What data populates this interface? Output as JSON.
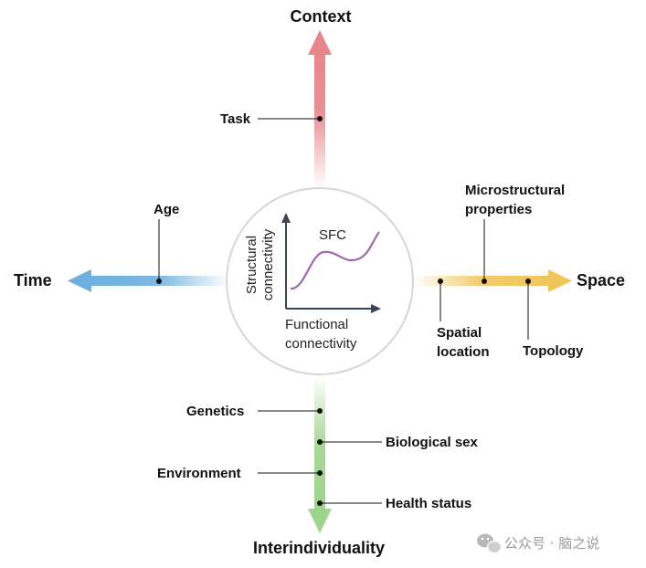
{
  "axes": {
    "context": "Context",
    "time": "Time",
    "space": "Space",
    "interindividuality": "Interindividuality"
  },
  "factors": {
    "task": "Task",
    "age": "Age",
    "microstructural_line1": "Microstructural",
    "microstructural_line2": "properties",
    "spatial_line1": "Spatial",
    "spatial_line2": "location",
    "topology": "Topology",
    "genetics": "Genetics",
    "biological_sex": "Biological sex",
    "environment": "Environment",
    "health_status": "Health status"
  },
  "center_plot": {
    "curve_label": "SFC",
    "ylabel_line1": "Structural",
    "ylabel_line2": "connectivity",
    "xlabel_line1": "Functional",
    "xlabel_line2": "connectivity"
  },
  "watermark": {
    "text": "公众号 · 脑之说",
    "icon": "wechat-icon"
  },
  "colors": {
    "context": "#e8858a",
    "time": "#6db0e0",
    "space": "#f0c55a",
    "interindividuality": "#9fd48c",
    "curve": "#a165ad",
    "circle_border": "#d6d6da",
    "axis_ink": "#3a4658"
  }
}
